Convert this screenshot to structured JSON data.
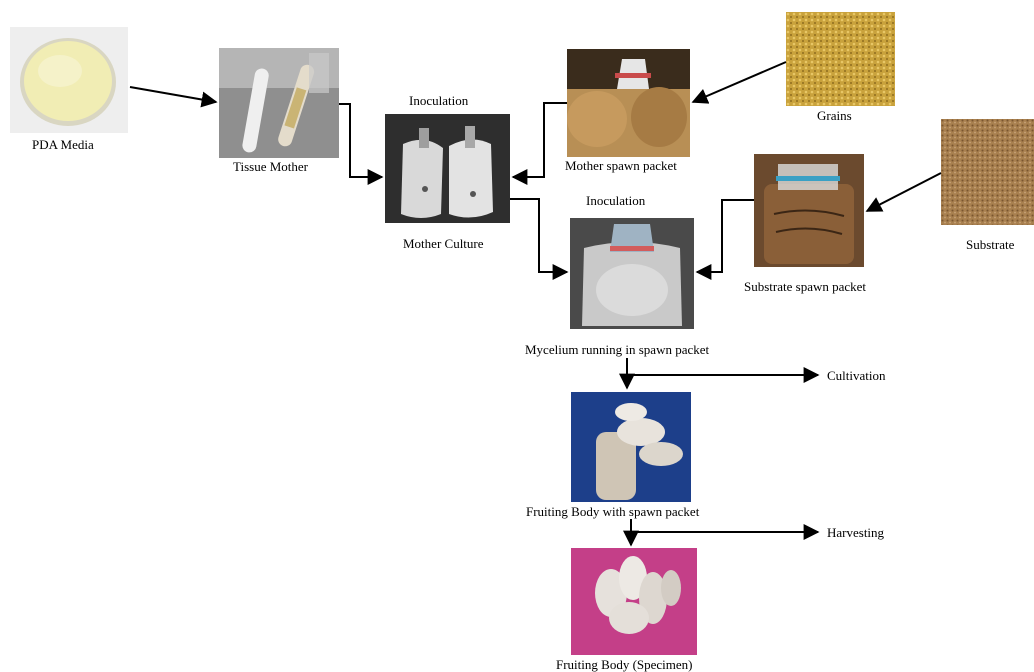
{
  "nodes": {
    "pda_media": {
      "label": "PDA Media",
      "icon": "petri-dish-photo"
    },
    "tissue_mother": {
      "label": "Tissue Mother",
      "icon": "culture-tubes-photo"
    },
    "mother_culture": {
      "label": "Mother Culture",
      "icon": "culture-bags-photo"
    },
    "mother_spawn": {
      "label": "Mother spawn packet",
      "icon": "grain-spawn-packet-photo"
    },
    "grains": {
      "label": "Grains",
      "icon": "grains-photo"
    },
    "substrate_spawn": {
      "label": "Substrate spawn packet",
      "icon": "substrate-spawn-packet-photo"
    },
    "substrate": {
      "label": "Substrate",
      "icon": "substrate-photo"
    },
    "mycelium": {
      "label": "Mycelium running in spawn packet",
      "icon": "mycelium-packet-photo"
    },
    "fruiting_packet": {
      "label": "Fruiting Body with spawn packet",
      "icon": "mushroom-on-packet-photo"
    },
    "specimen": {
      "label": "Fruiting Body (Specimen)",
      "icon": "mushroom-specimen-photo"
    }
  },
  "step_labels": {
    "inoculation_1": "Inoculation",
    "inoculation_2": "Inoculation"
  },
  "outputs": {
    "cultivation": "Cultivation",
    "harvesting": "Harvesting"
  },
  "colors": {
    "arrow": "#000000",
    "petri_agar": "#f1edb4",
    "grains": "#c9a23c",
    "substrate": "#a8804f",
    "mushroom": "#d9d4cf",
    "specimen_bg": "#c43f88",
    "fruiting_bg": "#1d3f8a"
  }
}
